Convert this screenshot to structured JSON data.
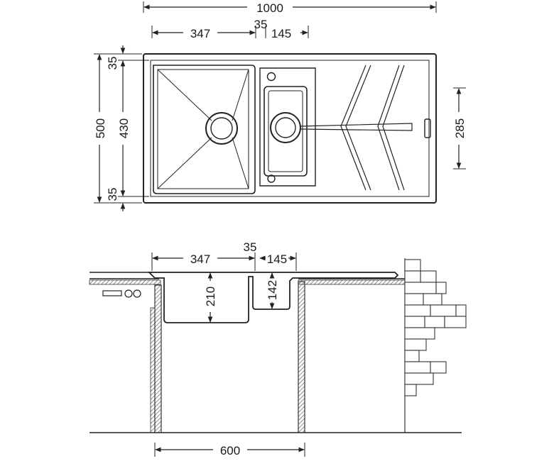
{
  "dimensions": {
    "total_width": "1000",
    "bowl_width": "347",
    "divider": "35",
    "small_bowl_width": "145",
    "total_depth": "500",
    "inner_depth": "430",
    "rim_top": "35",
    "rim_bottom": "35",
    "drainer_height": "285",
    "bowl_depth": "210",
    "small_bowl_depth": "142",
    "cabinet_width": "600"
  },
  "colors": {
    "line": "#222222",
    "background": "#ffffff"
  }
}
